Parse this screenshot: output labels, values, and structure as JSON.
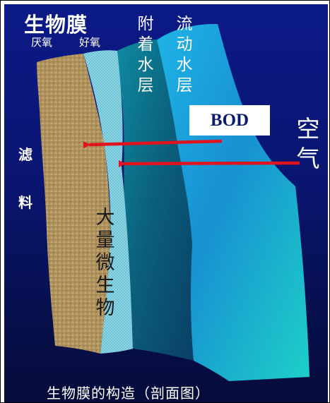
{
  "title": "生物膜",
  "sublayers": {
    "anaerobic": "厌氧",
    "aerobic": "好氧"
  },
  "attached_water_layer": "附着水层",
  "flowing_water_layer": "流动水层",
  "bod_label": "BOD",
  "air_label": "空气",
  "filter_material": [
    "滤",
    "料"
  ],
  "microbes_label": "大量微生物",
  "caption": "生物膜的构造（剖面图）",
  "colors": {
    "background": "#0a1570",
    "filter_material": "#b89a63",
    "aerobic_layer": "#8fd6e6",
    "attached_water_layer": "#0f6f86",
    "flowing_water_layer": "#1aa4d8",
    "arrows": "#e0141e",
    "text": "#ffffff"
  },
  "icons": [
    "left-arrow-icon"
  ]
}
